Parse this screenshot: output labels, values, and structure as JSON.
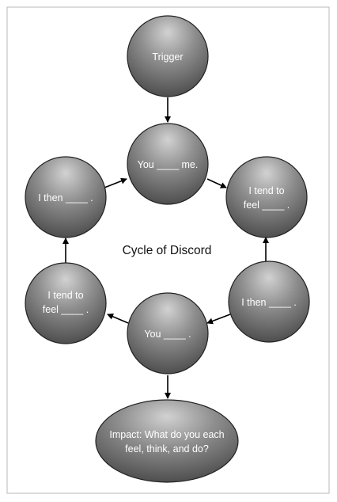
{
  "diagram": {
    "center_label": "Cycle of Discord",
    "nodes": {
      "trigger": {
        "lines": [
          "Trigger"
        ]
      },
      "you_me": {
        "lines": [
          "You ____ me."
        ]
      },
      "tend_right": {
        "lines": [
          "I tend to",
          "feel ____ ."
        ]
      },
      "then_right": {
        "lines": [
          "I then ____ ."
        ]
      },
      "you_bottom": {
        "lines": [
          "You ____ ."
        ]
      },
      "tend_left": {
        "lines": [
          "I tend to",
          "feel ____ ."
        ]
      },
      "then_left": {
        "lines": [
          "I then ____ ."
        ]
      },
      "impact": {
        "lines": [
          "Impact: What do you each",
          "feel, think, and do?"
        ]
      }
    }
  }
}
